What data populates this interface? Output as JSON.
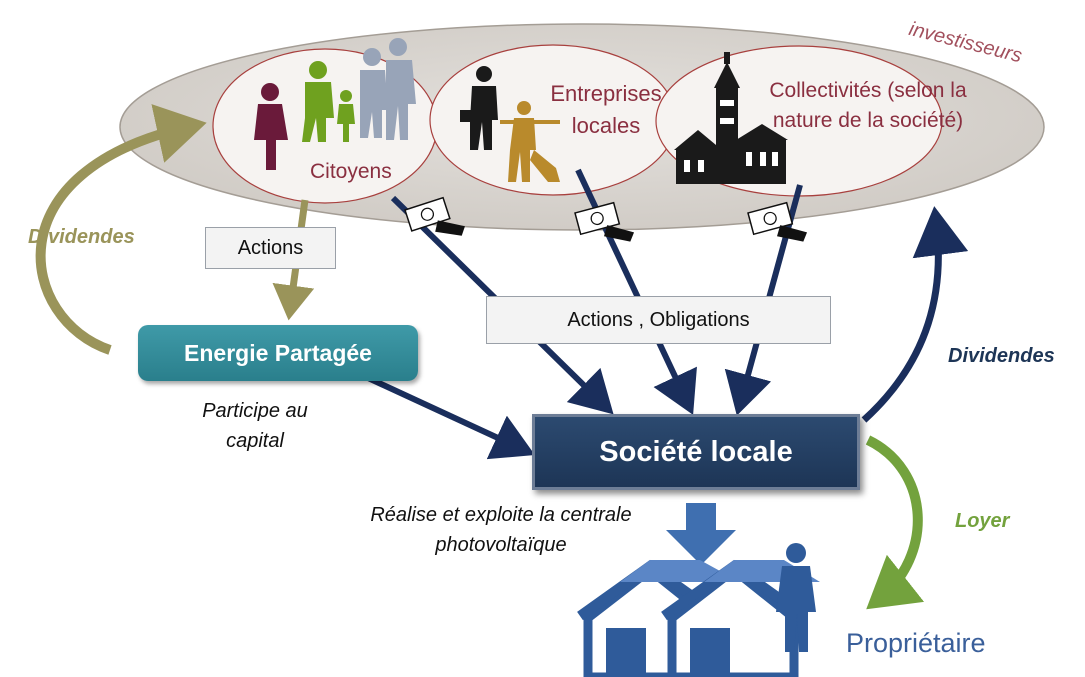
{
  "labels": {
    "investors": "investisseurs",
    "citizens": "Citoyens",
    "companies": "Entreprises locales",
    "communities": "Collectivités (selon la nature de la société)",
    "actions": "Actions",
    "actions_bonds": "Actions , Obligations",
    "energie_partagee": "Energie Partagée",
    "participates": "Participe au capital",
    "local_company": "Société locale",
    "builds": "Réalise et exploite la centrale photovoltaïque",
    "dividends_left": "Dividendes",
    "dividends_right": "Dividendes",
    "rent": "Loyer",
    "owner": "Propriétaire"
  },
  "icons": [
    "citizens-group-icon",
    "workers-icon",
    "town-hall-icon",
    "money-icon",
    "houses-icon",
    "owner-person-icon"
  ],
  "colors": {
    "investor_ellipse": "#d7d3ce",
    "group_label": "#8a2f40",
    "energie_partagee": "#2f8a98",
    "local_company": "#1d3556",
    "navy_arrow": "#1a2e5c",
    "olive_arrow": "#9a945a",
    "green_arrow": "#73a23d",
    "house_blue": "#2f5b9a"
  }
}
